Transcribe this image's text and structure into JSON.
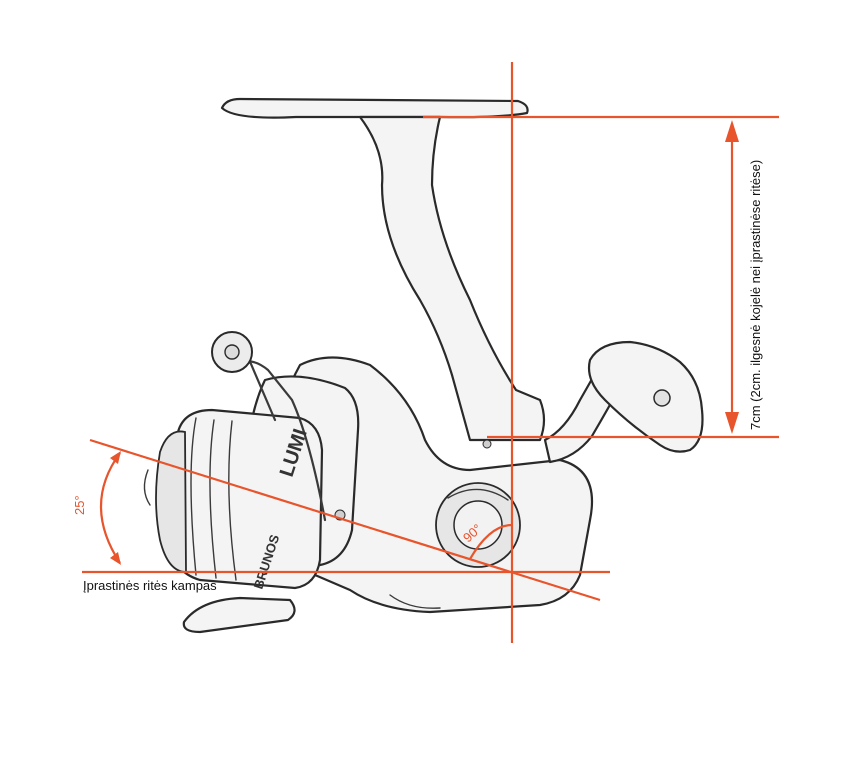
{
  "labels": {
    "dimension": "7cm (2cm. ilgesnė kojelė nei įprastinėse ritėse)",
    "reel_angle": "Įprastinės ritės kampas",
    "angle_tilt": "25°",
    "angle_right": "90°"
  },
  "reel_branding": {
    "brand": "BRUNOS",
    "model": "LUMI"
  },
  "colors": {
    "guide_lines": "#e8542c",
    "sketch": "#2a2a2a"
  }
}
